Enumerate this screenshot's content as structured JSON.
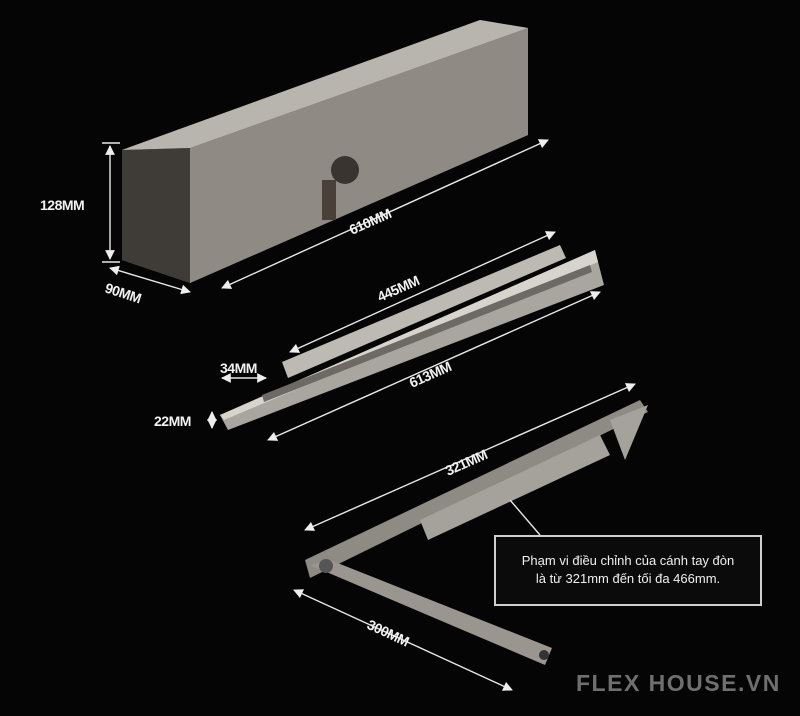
{
  "dimensions": {
    "height": "128MM",
    "depth": "90MM",
    "body_length": "610MM",
    "rail_length": "445MM",
    "track_width": "34MM",
    "track_length": "613MM",
    "track_height": "22MM",
    "arm_length": "321MM",
    "lower_arm_length": "300MM"
  },
  "note": {
    "line1": "Phạm vi điều chỉnh của cánh tay đòn",
    "line2": "là từ 321mm đến tối đa 466mm."
  },
  "brand": "FLEX HOUSE.VN"
}
